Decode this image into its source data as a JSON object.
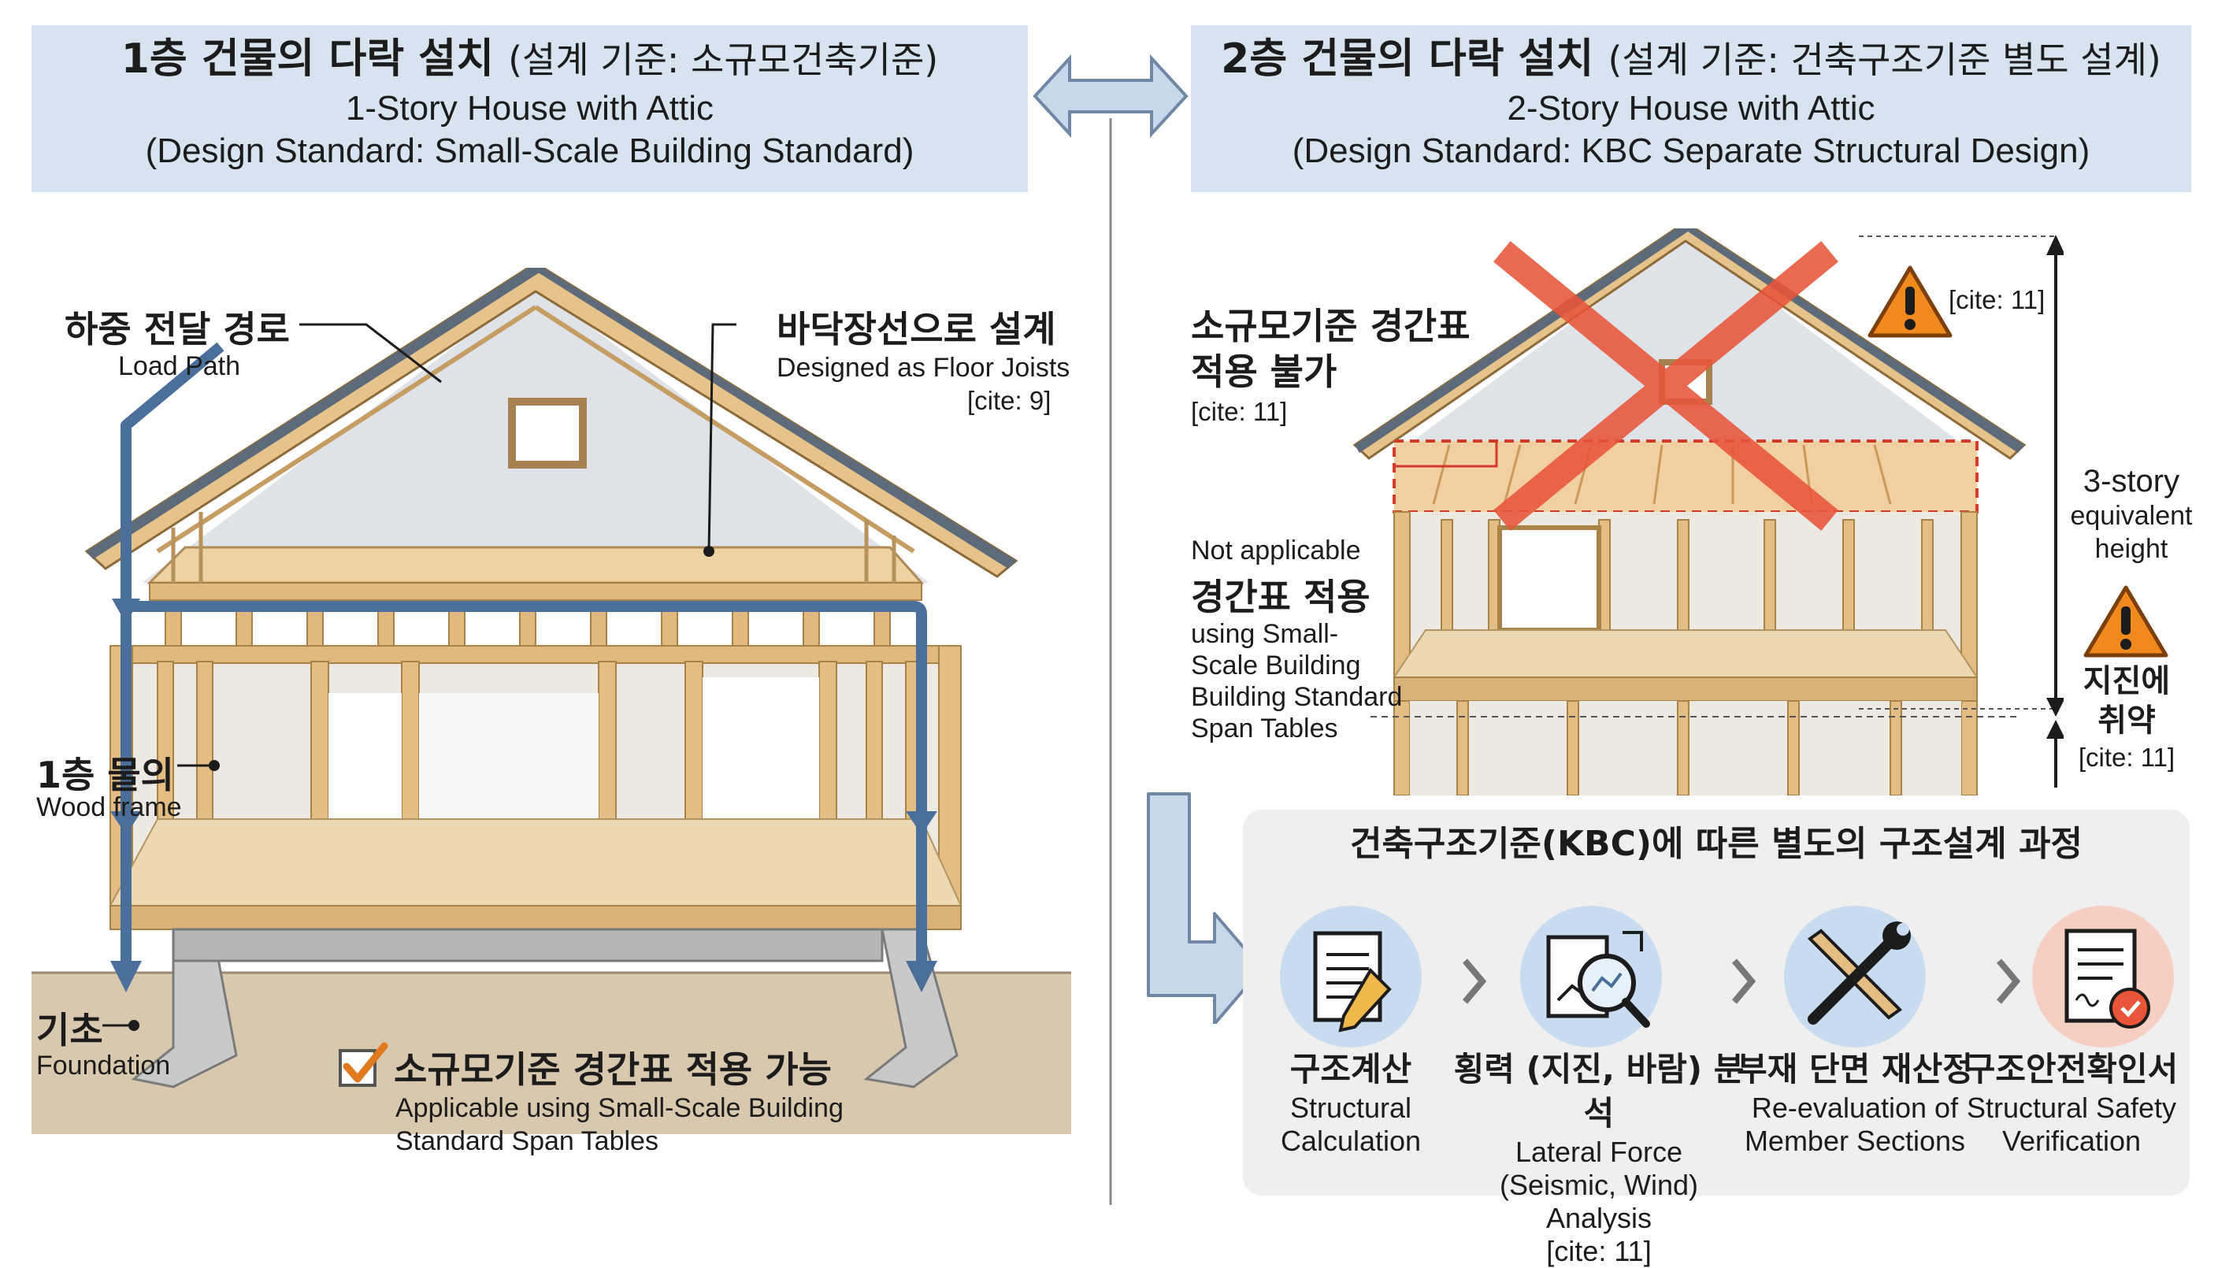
{
  "left": {
    "title_ko": "1층 건물의 다락 설치",
    "title_ko_sub": "(설계 기준: 소규모건축기준)",
    "title_en1": "1-Story House with Attic",
    "title_en2": "(Design Standard: Small-Scale Building Standard)",
    "load_path_ko": "하중 전달 경로",
    "load_path_en": "Load Path",
    "floor_joist_ko": "바닥장선으로 설계",
    "floor_joist_en": "Designed as Floor Joists",
    "floor_joist_cite": "[cite: 9]",
    "wood_frame_ko": "1층 물의",
    "wood_frame_en": "Wood frame",
    "foundation_ko": "기초",
    "foundation_en": "Foundation",
    "applicable_ko": "소규모기준 경간표 적용 가능",
    "applicable_en1": "Applicable using Small-Scale Building",
    "applicable_en2": "Standard Span Tables"
  },
  "right": {
    "title_ko": "2층 건물의 다락 설치",
    "title_ko_sub": "(설계 기준: 건축구조기준 별도 설계)",
    "title_en1": "2-Story House with Attic",
    "title_en2": "(Design Standard: KBC Separate Structural Design)",
    "na_ko1": "소규모기준 경간표",
    "na_ko2": "적용 불가",
    "na_cite": "[cite: 11]",
    "na_en_line": "Not applicable",
    "na_ko3": "경간표 적용",
    "na_en2": "using Small-",
    "na_en3": "Scale Building",
    "na_en4": "Building Standard",
    "na_en5": "Span Tables",
    "warn_cite_top": "[cite: 11]",
    "height_en1": "3-story",
    "height_en2": "equivalent",
    "height_en3": "height",
    "quake_ko1": "지진에",
    "quake_ko2": "취약",
    "quake_cite": "[cite: 11]",
    "process_title": "건축구조기준(KBC)에 따른 별도의 구조설계 과정",
    "steps": [
      {
        "ko": "구조계산",
        "en1": "Structural",
        "en2": "Calculation",
        "cite": "",
        "icon": "document-pencil-icon"
      },
      {
        "ko": "횡력 (지진, 바람) 분석",
        "en1": "Lateral Force",
        "en2": "(Seismic, Wind) Analysis",
        "cite": "[cite: 11]",
        "icon": "chart-magnifier-icon"
      },
      {
        "ko": "부재 단면 재산정",
        "en1": "Re-evaluation of",
        "en2": "Member Sections",
        "cite": "",
        "icon": "wrench-beam-icon"
      },
      {
        "ko": "구조안전확인서",
        "en1": "Structural Safety",
        "en2": "Verification",
        "cite": "",
        "icon": "certificate-icon"
      }
    ]
  },
  "colors": {
    "header_bg": "#d7e3ee",
    "wood": "#e8c48e",
    "wood_dark": "#b8925a",
    "load_arrow": "#4a6f9a",
    "warning": "#f08a1e",
    "cross": "#e8553a",
    "step_circle_blue": "#c9dcef",
    "step_circle_red": "#f6cfc2",
    "process_bg": "#efefef"
  }
}
